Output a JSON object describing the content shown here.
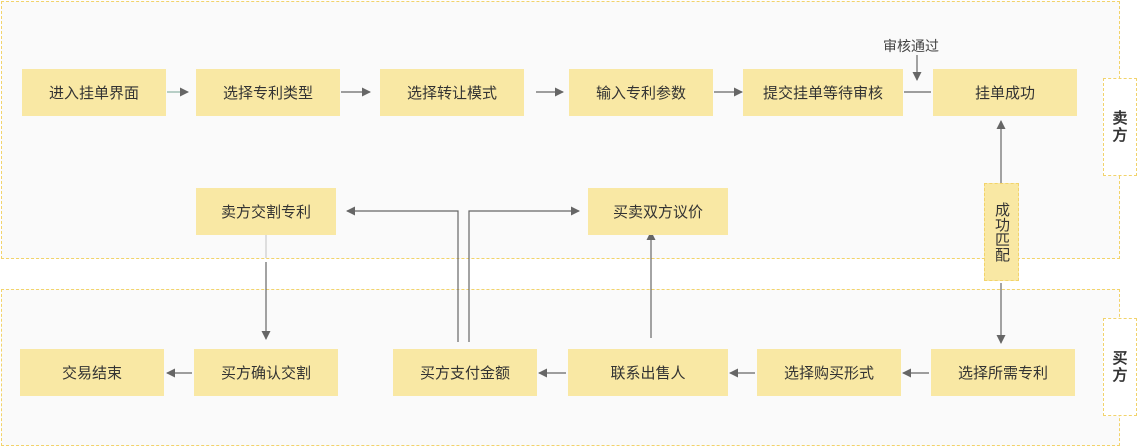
{
  "lanes": {
    "seller": "卖方",
    "buyer": "买方"
  },
  "seller_steps": {
    "enter": "进入挂单界面",
    "select_type": "选择专利类型",
    "select_mode": "选择转让模式",
    "input_params": "输入专利参数",
    "submit": "提交挂单等待审核",
    "listed": "挂单成功",
    "deliver": "卖方交割专利",
    "negotiate": "买卖双方议价"
  },
  "match_label": "成功匹配",
  "review_note": "审核通过",
  "buyer_steps": {
    "select_patent": "选择所需专利",
    "select_method": "选择购买形式",
    "contact": "联系出售人",
    "pay": "买方支付金额",
    "confirm": "买方确认交割",
    "end": "交易结束"
  },
  "colors": {
    "node_fill": "#f9e8a4",
    "lane_border": "#f2d36b",
    "lane_fill": "#fafafa",
    "connector": "#666666"
  }
}
